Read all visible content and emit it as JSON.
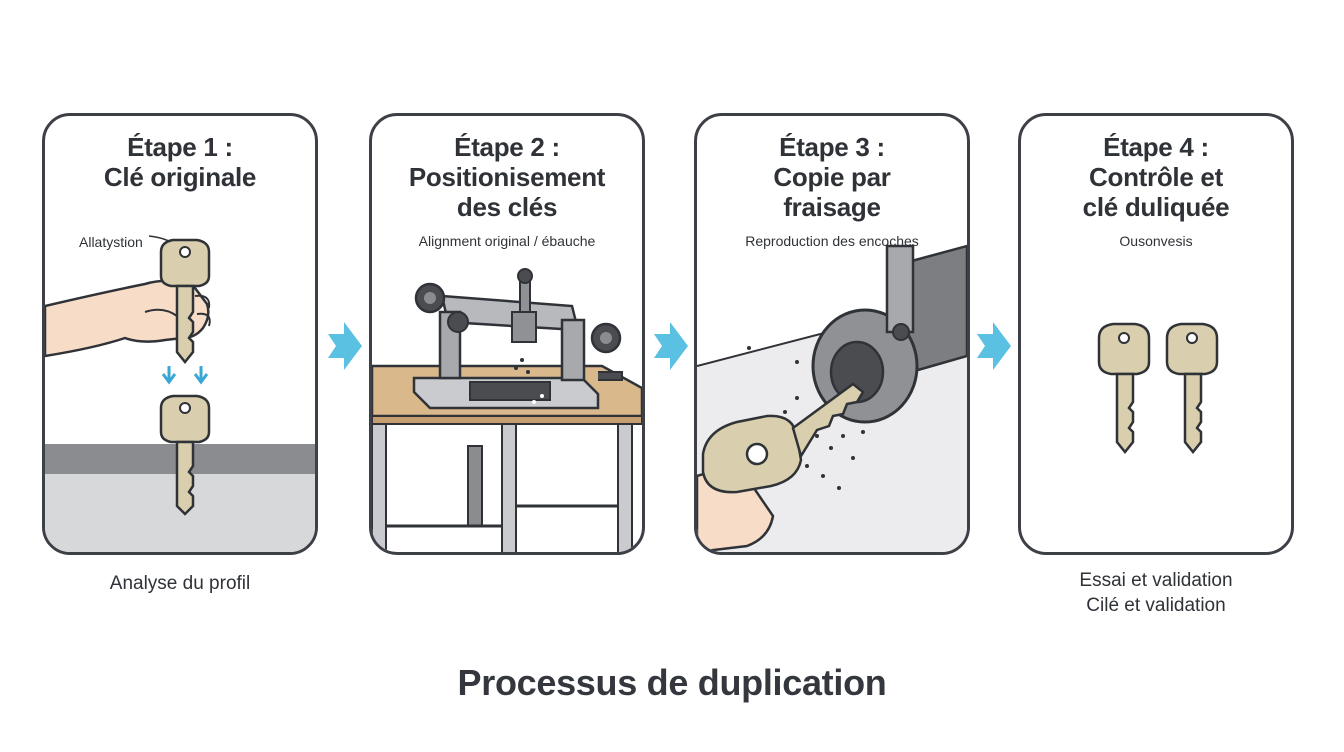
{
  "steps": [
    {
      "title_lines": [
        "Étape 1 :",
        "Clé originale"
      ],
      "subtitle": "Allatystion",
      "caption_lines": [
        "Analyse du profil"
      ]
    },
    {
      "title_lines": [
        "Étape 2 :",
        "Positionisement",
        "des clés"
      ],
      "subtitle": "Alignment original / ébauche",
      "caption_lines": []
    },
    {
      "title_lines": [
        "Étape 3 :",
        "Copie par",
        "fraisage"
      ],
      "subtitle": "Reproduction des encoches",
      "caption_lines": []
    },
    {
      "title_lines": [
        "Étape 4 :",
        "Contrôle et",
        "clé duliquée"
      ],
      "subtitle": "Ousonvesis",
      "caption_lines": [
        "Essai et validation",
        "Cilé et validation"
      ]
    }
  ],
  "footer_title": "Processus de duplication",
  "colors": {
    "border": "#3d4046",
    "arrow": "#5bc1e2",
    "key": "#d9cfae",
    "table": "#d9b98c",
    "machine": "#c9cbce"
  },
  "icons": [
    "hand-icon",
    "key-icon",
    "arrow-right-icon",
    "key-cutting-machine-icon",
    "milling-cutter-icon"
  ]
}
